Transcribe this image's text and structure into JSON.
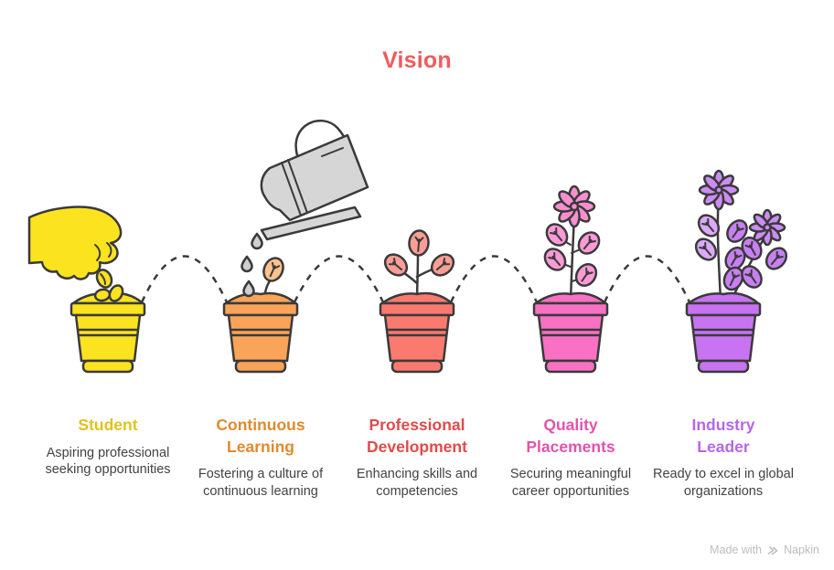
{
  "title": "Vision",
  "title_color": "#F15B5C",
  "outline_color": "#3A3A3A",
  "hand_color": "#FCE320",
  "watering_can_color": "#D6D6D6",
  "water_drop_color": "#CFCFCF",
  "body_text_color": "#424242",
  "watermark_color": "#BDBDBD",
  "stages": [
    {
      "name": "Student",
      "description": "Aspiring professional seeking opportunities",
      "label_color": "#E2C21D",
      "pot_color": "#FCE320"
    },
    {
      "name": "Continuous Learning",
      "description": "Fostering a culture of continuous learning",
      "label_color": "#E08A2E",
      "pot_color": "#F9A458",
      "leaf_color": "#FBC28D"
    },
    {
      "name": "Professional Development",
      "description": "Enhancing skills and competencies",
      "label_color": "#DF4B4B",
      "pot_color": "#FB7A70",
      "leaf_color": "#FC9E96"
    },
    {
      "name": "Quality Placements",
      "description": "Securing meaningful career opportunities",
      "label_color": "#E054AD",
      "pot_color": "#F871C5",
      "leaf_color": "#FA9AD6",
      "flower_color": "#F98FD0"
    },
    {
      "name": "Industry Leader",
      "description": "Ready to excel in global organizations",
      "label_color": "#B766E8",
      "pot_color": "#C873F2",
      "leaf_color": "#C87FF3",
      "leaf_color_light": "#DCA9F8",
      "flower_color": "#CD8CF5"
    }
  ],
  "footer": {
    "made_with": "Made with",
    "brand": "Napkin"
  }
}
